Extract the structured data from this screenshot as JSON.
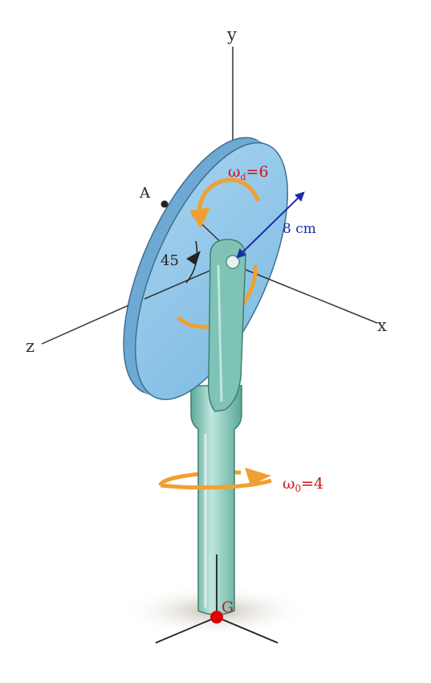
{
  "labels": {
    "y_axis": "y",
    "x_axis": "x",
    "z_axis": "z",
    "point_a": "A",
    "angle": "45",
    "radius": "8 cm",
    "omega_d_symbol": "ω",
    "omega_d_sub": "d",
    "omega_d_value": "=6",
    "omega_0_symbol": "ω",
    "omega_0_sub": "0",
    "omega_0_value": "=4",
    "point_g": "G"
  },
  "colors": {
    "disk_face": "#8fc4e6",
    "disk_rim": "#6ea9d3",
    "shaft": "#7fc3b6",
    "shaft_dark": "#4d9b8c",
    "rotation_arrow": "#f0a030",
    "radius_arrow": "#1a2ea8",
    "label_red": "#d0141b",
    "point_g": "#e00000"
  }
}
